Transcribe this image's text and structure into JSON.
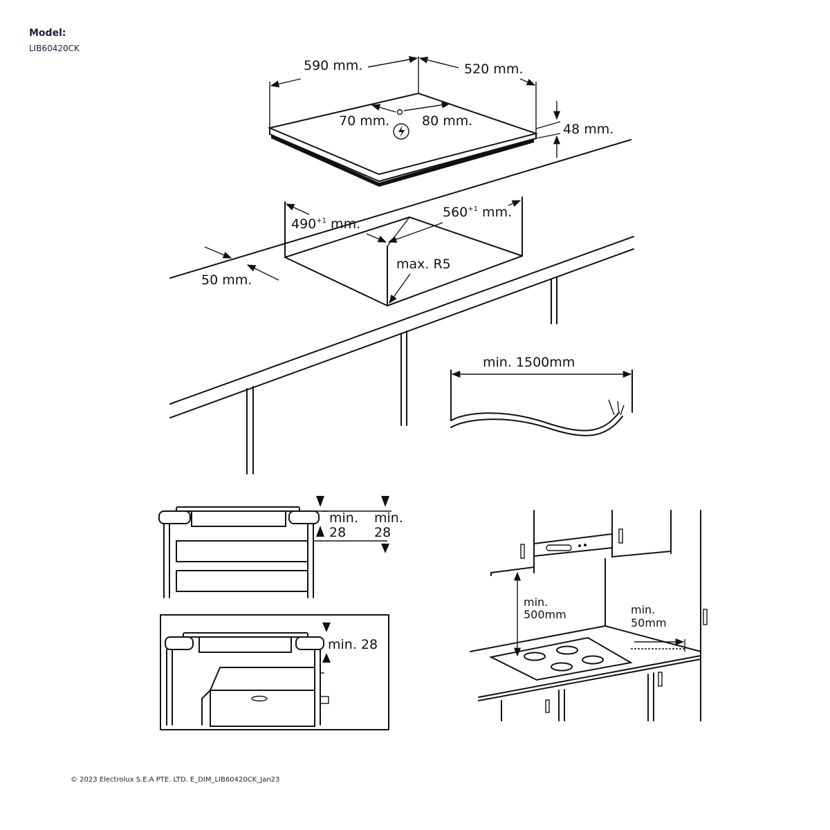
{
  "header": {
    "model_label": "Model:",
    "model_code": "LIB60420CK"
  },
  "hob_dims": {
    "width": "590 mm.",
    "depth": "520 mm.",
    "height": "48 mm.",
    "cable_left": "70 mm.",
    "cable_right": "80 mm."
  },
  "cutout_dims": {
    "depth_base": "490",
    "depth_tol": "+1",
    "width_base": "560",
    "width_tol": "+1",
    "unit": " mm.",
    "front_edge": "50 mm.",
    "corner_radius": "max. R5"
  },
  "cable": {
    "min_length": "min. 1500mm"
  },
  "clearances": {
    "min_label": "min.",
    "min_value": "28",
    "oven_gap": "min. 28",
    "hood_label": "min.",
    "hood_value": "500mm",
    "wall_label": "min.",
    "wall_value": "50mm"
  },
  "footer": {
    "copyright": "© 2023 Electrolux S.E.A PTE. LTD. E_DIM_LIB60420CK_Jan23"
  },
  "icons": {
    "power": "power-lightning-icon"
  }
}
